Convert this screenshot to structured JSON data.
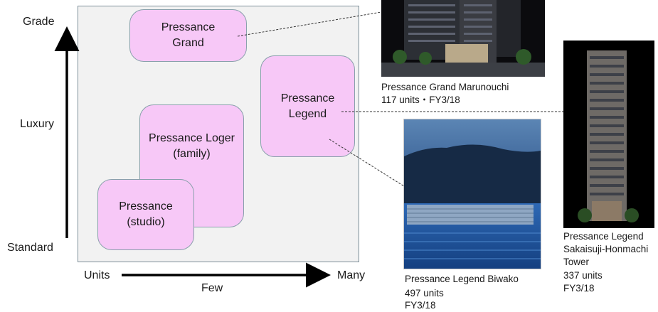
{
  "axes": {
    "y_top": "Grade",
    "y_mid": "Luxury",
    "y_bottom": "Standard",
    "x_left": "Units",
    "x_right": "Many",
    "x_bottom": "Few"
  },
  "boxes": {
    "grand": "Pressance\nGrand",
    "legend": "Pressance\nLegend",
    "loger": "Pressance Loger\n(family)",
    "studio": "Pressance\n(studio)"
  },
  "captions": {
    "grand_marunouchi": {
      "name": "Pressance Grand Marunouchi",
      "detail": "117 units・FY3/18"
    },
    "legend_biwako": {
      "name": "Pressance Legend Biwako",
      "units": "497 units",
      "fy": "FY3/18"
    },
    "legend_sakaisuji": {
      "name": "Pressance Legend\nSakaisuji-Honmachi\nTower",
      "units": "337 units",
      "fy": "FY3/18"
    }
  },
  "colors": {
    "box_fill": "#f7c8f7",
    "panel_fill": "#f2f2f2",
    "panel_border": "#7d8f99"
  }
}
